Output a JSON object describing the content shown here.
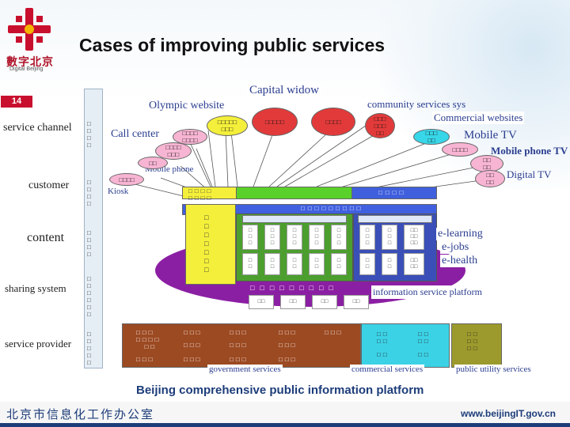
{
  "header": {
    "logo_cn": "數字北京",
    "logo_en": "Digital Beijing",
    "title": "Cases of improving public services",
    "slide_number": "14"
  },
  "left_labels": {
    "service_channel": "service channel",
    "customer": "customer",
    "content": "content",
    "sharing_system": "sharing system",
    "service_provider": "service provider"
  },
  "channels": {
    "capital_window": "Capital widow",
    "olympic_website": "Olympic website",
    "community_services": "community services sys",
    "commercial_websites": "Commercial websites",
    "call_center": "Call center",
    "mobile_tv": "Mobile TV",
    "mobile_phone_tv": "Mobile phone TV",
    "mobile_phone": "Mobile phone",
    "digital_tv": "Digital TV",
    "kiosk": "Kiosk"
  },
  "content_labels": {
    "e_learning": "e-learning",
    "e_jobs": "e-jobs",
    "e_health": "e-health"
  },
  "platform": {
    "info_service_platform": "information service platform",
    "main_caption": "Beijing comprehensive public information platform"
  },
  "providers": {
    "government": "government services",
    "commercial": "commercial services",
    "public_utility": "public utility services"
  },
  "footer": {
    "org_cn": "北京市信息化工作办公室",
    "url": "www.beijingIT.gov.cn"
  },
  "colors": {
    "title": "#111111",
    "accent_red": "#c8102e",
    "platform_purple": "#8b1fa3",
    "content_purple": "#7b2f9f",
    "bar_green": "#5ad12a",
    "bar_blue": "#3f5fdc",
    "provider_brown": "#9c4a22",
    "provider_cyan": "#3cd2e6",
    "provider_olive": "#9c9a2c"
  }
}
